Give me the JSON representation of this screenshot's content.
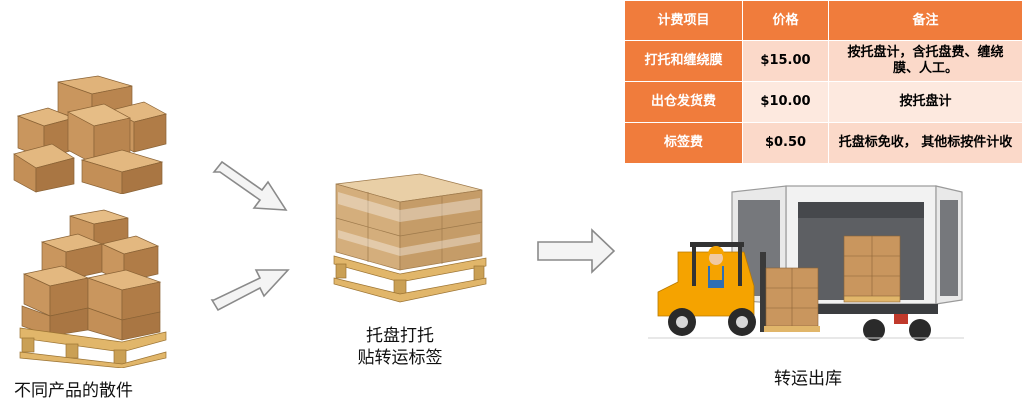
{
  "fee_table": {
    "headers": [
      "计费项目",
      "价格",
      "备注"
    ],
    "rows": [
      {
        "item": "打托和缠绕膜",
        "price": "$15.00",
        "note": "按托盘计，含托盘费、缠绕膜、人工。"
      },
      {
        "item": "出仓发货费",
        "price": "$10.00",
        "note": "按托盘计"
      },
      {
        "item": "标签费",
        "price": "$0.50",
        "note": "托盘标免收， 其他标按件计收"
      }
    ]
  },
  "captions": {
    "loose_items": "不同产品的散件",
    "palletize_line1": "托盘打托",
    "palletize_line2": "贴转运标签",
    "outbound": "转运出库"
  },
  "colors": {
    "table_header": "#f07c3c",
    "row_tint_dark": "#fbd9c9",
    "row_tint_light": "#fde9df",
    "cardboard": "#c9965e",
    "pallet_wood": "#e1b66a",
    "forklift": "#f5a300"
  }
}
